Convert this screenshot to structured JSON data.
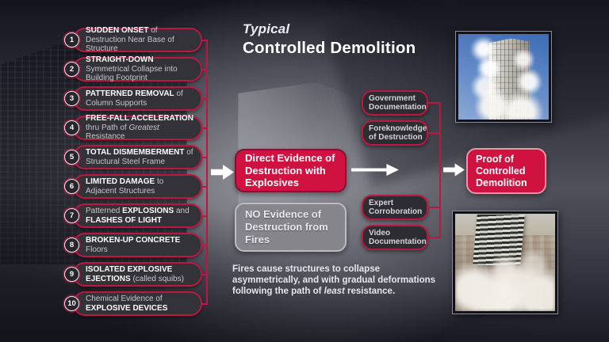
{
  "title": {
    "em": "Typical",
    "main": "Controlled Demolition"
  },
  "evidence_list": {
    "items": [
      {
        "num": "1",
        "segments": [
          {
            "t": "SUDDEN ONSET",
            "b": true
          },
          {
            "t": " of Destruction Near Base of Structure"
          }
        ]
      },
      {
        "num": "2",
        "segments": [
          {
            "t": "STRAIGHT-DOWN",
            "b": true
          },
          {
            "t": " Symmetrical Collapse into Building Footprint"
          }
        ]
      },
      {
        "num": "3",
        "segments": [
          {
            "t": "PATTERNED REMOVAL",
            "b": true
          },
          {
            "t": " of Column Supports"
          }
        ]
      },
      {
        "num": "4",
        "segments": [
          {
            "t": "FREE-FALL ACCELERATION",
            "b": true
          },
          {
            "t": " thru Path of "
          },
          {
            "t": "Greatest",
            "i": true
          },
          {
            "t": " Resistance"
          }
        ]
      },
      {
        "num": "5",
        "segments": [
          {
            "t": "TOTAL DISMEMBERMENT",
            "b": true
          },
          {
            "t": " of Structural Steel Frame"
          }
        ]
      },
      {
        "num": "6",
        "segments": [
          {
            "t": "LIMITED DAMAGE",
            "b": true
          },
          {
            "t": " to Adjacent Structures"
          }
        ]
      },
      {
        "num": "7",
        "segments": [
          {
            "t": "Patterned "
          },
          {
            "t": "EXPLOSIONS",
            "b": true
          },
          {
            "t": " and "
          },
          {
            "t": "FLASHES OF LIGHT",
            "b": true
          }
        ]
      },
      {
        "num": "8",
        "segments": [
          {
            "t": "BROKEN-UP CONCRETE",
            "b": true
          },
          {
            "t": " Floors"
          }
        ]
      },
      {
        "num": "9",
        "segments": [
          {
            "t": "ISOLATED EXPLOSIVE EJECTIONS",
            "b": true
          },
          {
            "t": " (called squibs)"
          }
        ]
      },
      {
        "num": "10",
        "segments": [
          {
            "t": "Chemical Evidence of "
          },
          {
            "t": "EXPLOSIVE DEVICES",
            "b": true
          }
        ]
      }
    ]
  },
  "flow": {
    "direct_evidence": "Direct Evidence of Destruction with Explosives",
    "no_evidence": "NO Evidence of Destruction from Fires",
    "proof": "Proof of Controlled Demolition"
  },
  "corroboration_list": {
    "items": [
      "Government Documentation",
      "Foreknowledge of Destruction",
      "Expert Corroboration",
      "Video Documentation"
    ]
  },
  "footnote": {
    "part1": "Fires cause structures to collapse asymmetrically, and with gradual deformations following the path of ",
    "em": "least",
    "part2": " resistance."
  },
  "photos": {
    "top": "building-demolition-with-squibs",
    "bottom": "building-implosion-dust-clouds"
  },
  "colors": {
    "accent_red": "#d01240",
    "line_red": "#bb1840",
    "box_dark": "#323238",
    "box_gray": "#85858b",
    "proof_border": "#ee95aa"
  }
}
